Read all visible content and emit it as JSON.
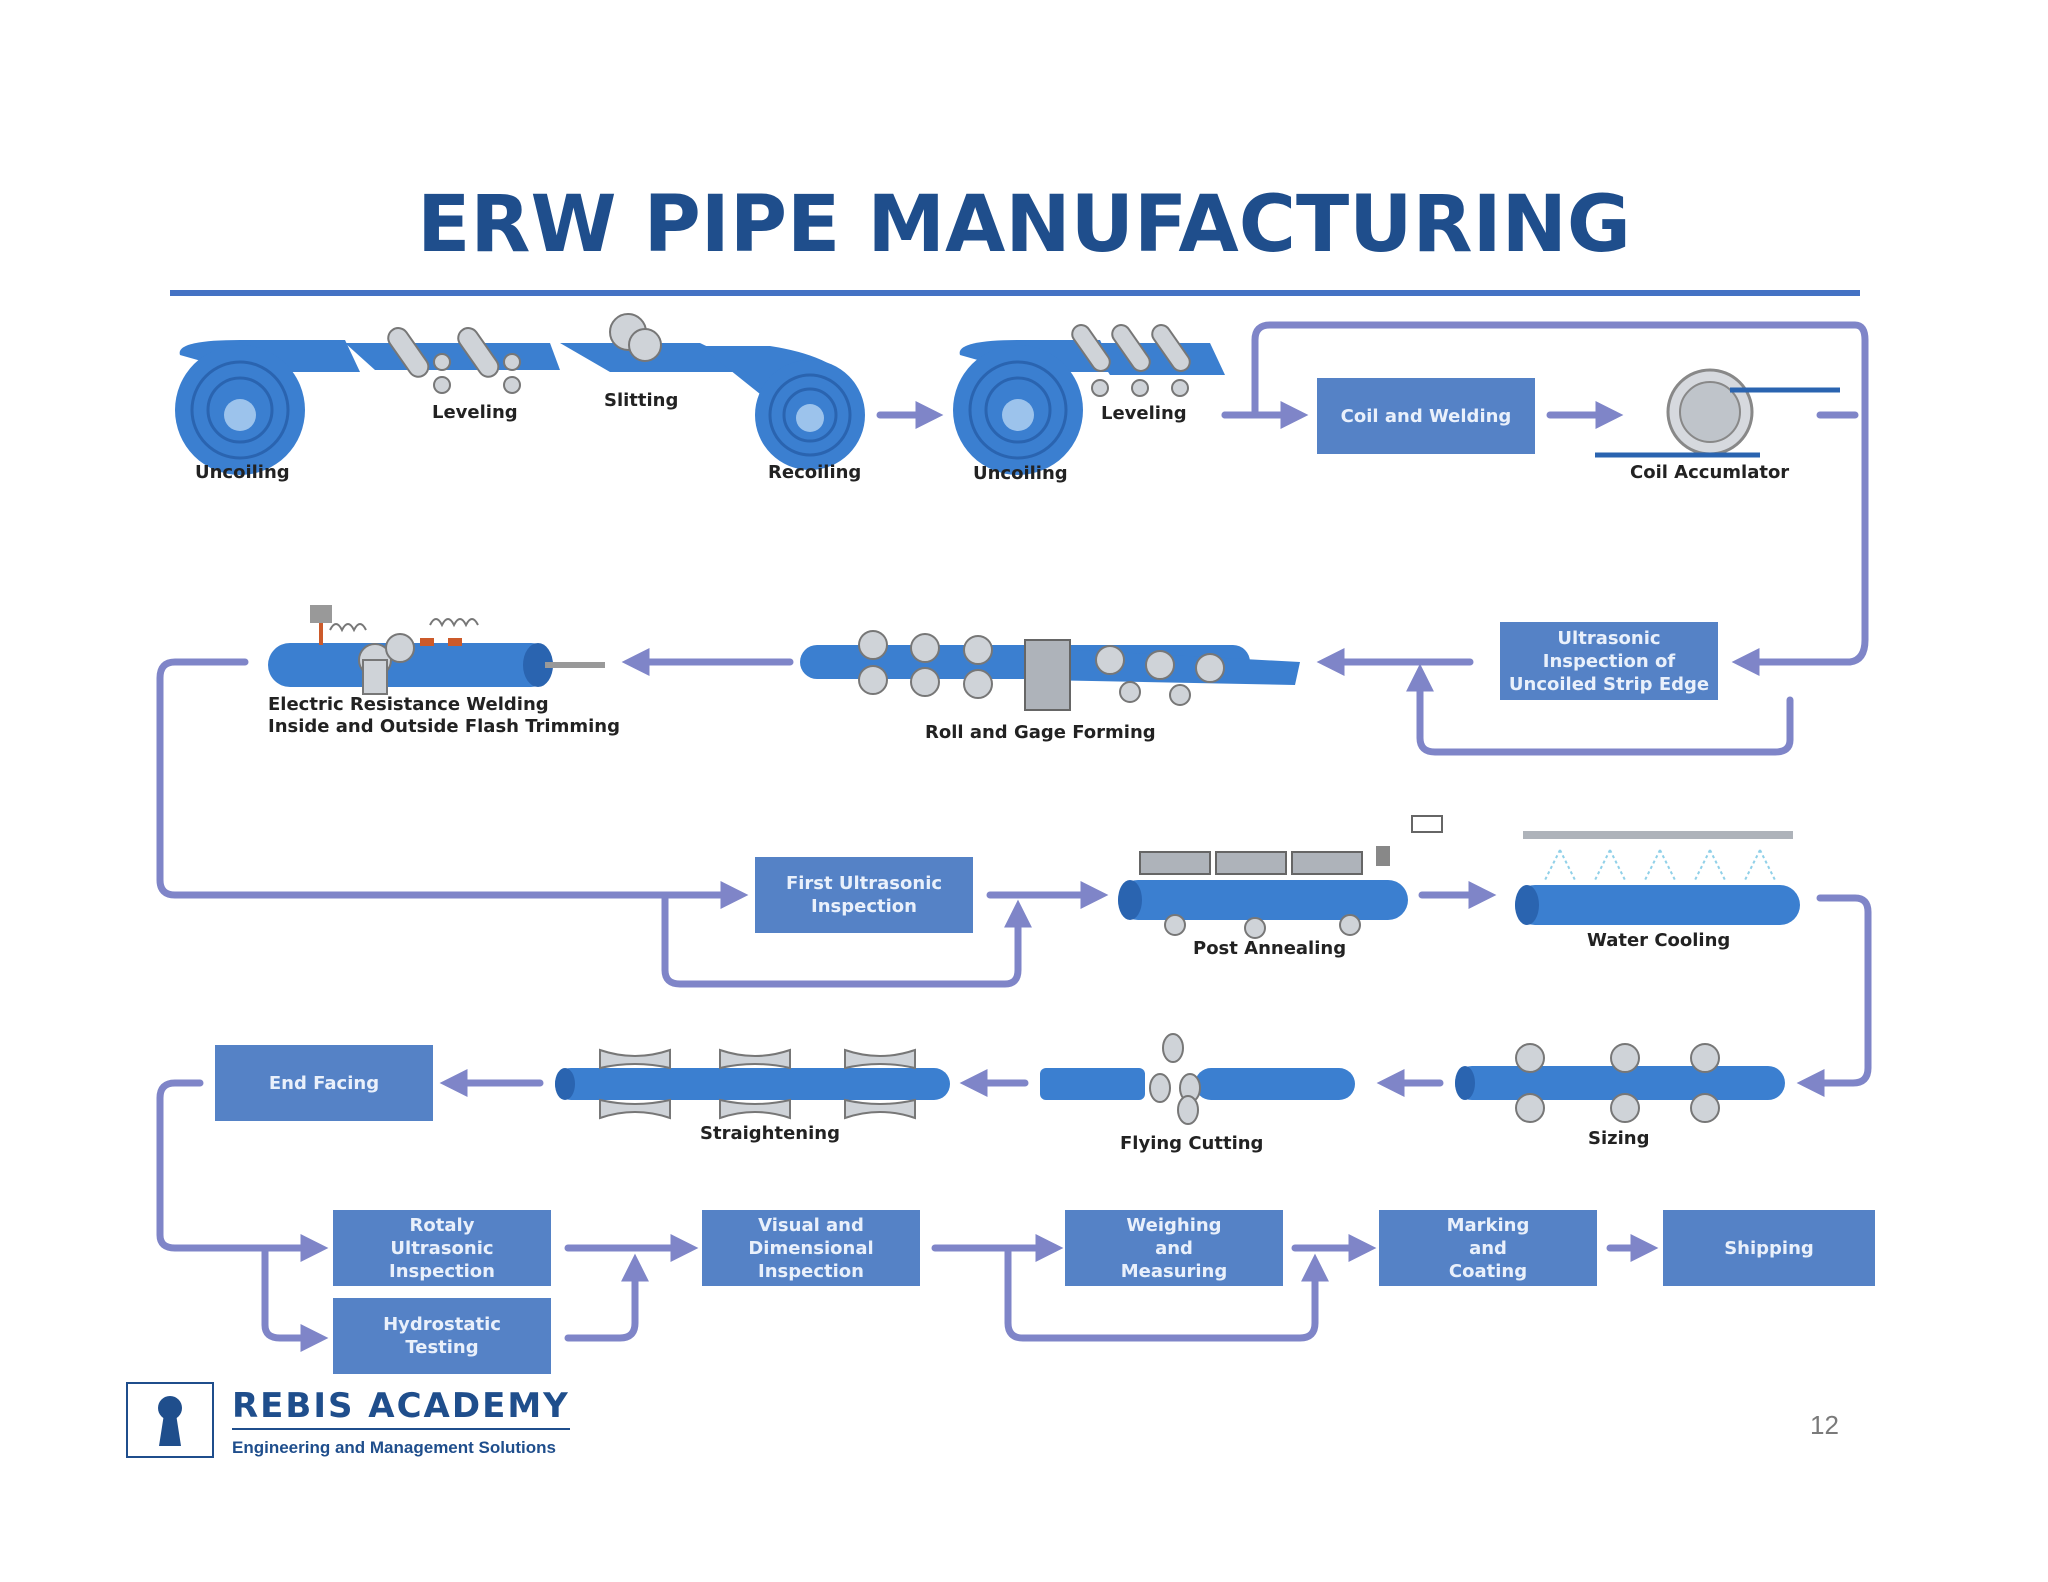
{
  "title": "ERW PIPE MANUFACTURING",
  "page_number": "12",
  "brand": {
    "name": "REBIS ACADEMY",
    "tagline": "Engineering and Management Solutions"
  },
  "colors": {
    "title": "#1f4e8c",
    "box": "#5582c6",
    "equipment": "#3b7fd0",
    "arrow": "#7f85c8"
  },
  "machine_labels": {
    "uncoiling1": "Uncoiling",
    "leveling1": "Leveling",
    "slitting": "Slitting",
    "recoiling": "Recoiling",
    "uncoiling2": "Uncoiling",
    "leveling2": "Leveling",
    "coil_accumulator": "Coil Accumlator",
    "erw": "Electric Resistance Welding\nInside and Outside Flash Trimming",
    "roll_forming": "Roll and Gage Forming",
    "post_annealing": "Post Annealing",
    "water_cooling": "Water Cooling",
    "straightening": "Straightening",
    "flying_cutting": "Flying Cutting",
    "sizing": "Sizing"
  },
  "boxes": {
    "coil_welding": "Coil and Welding",
    "ut_strip_edge": "Ultrasonic\nInspection of\nUncoiled Strip Edge",
    "first_ut": "First Ultrasonic\nInspection",
    "end_facing": "End Facing",
    "rotary_ut": "Rotaly\nUltrasonic\nInspection",
    "hydrostatic": "Hydrostatic\nTesting",
    "visual": "Visual and\nDimensional\nInspection",
    "weighing": "Weighing\nand\nMeasuring",
    "marking": "Marking\nand\nCoating",
    "shipping": "Shipping"
  }
}
